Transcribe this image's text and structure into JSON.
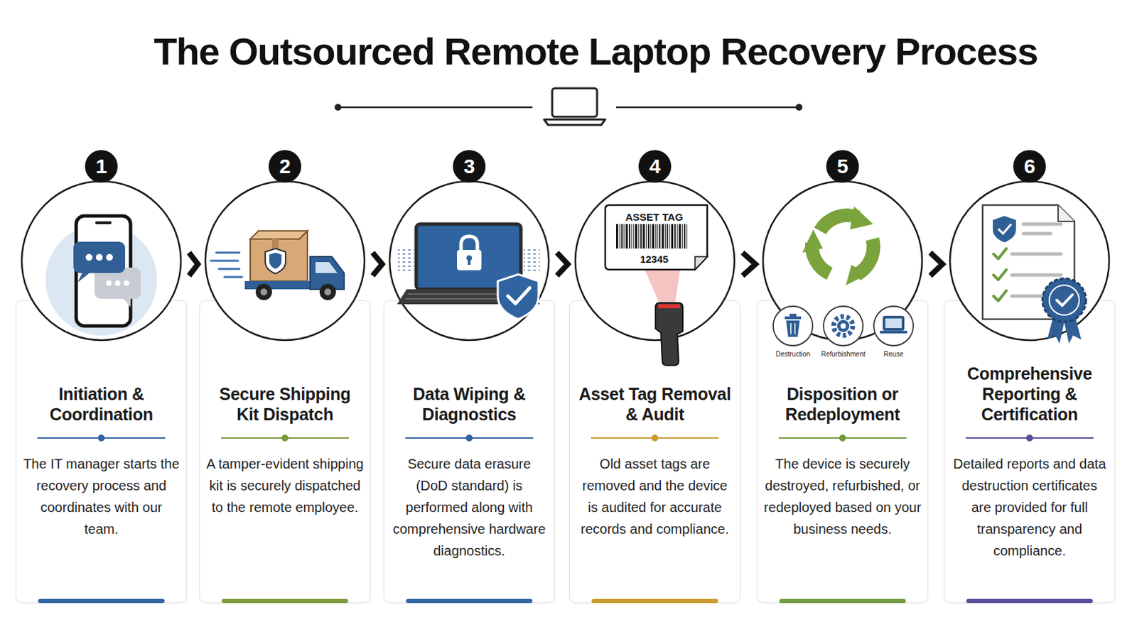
{
  "diagram": {
    "title": "The Outsourced Remote Laptop Recovery Process",
    "nodes": [
      {
        "text": [
          "Initiation & Coordination",
          "The IT manager starts the recovery process and coordinates with our team."
        ]
      },
      {
        "text": [
          "Secure Shipping Kit Dispatch",
          "A tamper-evident shipping kit is securely dispatched to the remote employee."
        ]
      },
      {
        "text": [
          "Data Wiping & Diagnostics",
          "Secure data erasure (DoD standard) is performed along with comprehensive hardware diagnostics."
        ]
      },
      {
        "text": [
          "Asset Tag Removal & Audit",
          "Old asset tags are removed and the device is audited for accurate records and compliance."
        ]
      },
      {
        "text": [
          "Disposition or Redeployment",
          "The device is securely destroyed, refurbished, or redeployed based on your business needs."
        ]
      },
      {
        "text": [
          "Comprehensive Reporting & Certification",
          "Detailed reports and data destruction certificates are provided for full transparency and compliance."
        ]
      }
    ],
    "edges": [
      {
        "from": 0,
        "to": 1,
        "arrow": "to"
      },
      {
        "from": 1,
        "to": 2,
        "arrow": "to"
      },
      {
        "from": 2,
        "to": 3,
        "arrow": "to"
      },
      {
        "from": 3,
        "to": 4,
        "arrow": "to"
      },
      {
        "from": 4,
        "to": 5,
        "arrow": "to"
      }
    ],
    "labels": [
      "1",
      "2",
      "3",
      "4",
      "5",
      "6",
      "ASSET TAG",
      "12345",
      "Destruction",
      "Refurbishment",
      "Reuse"
    ]
  }
}
